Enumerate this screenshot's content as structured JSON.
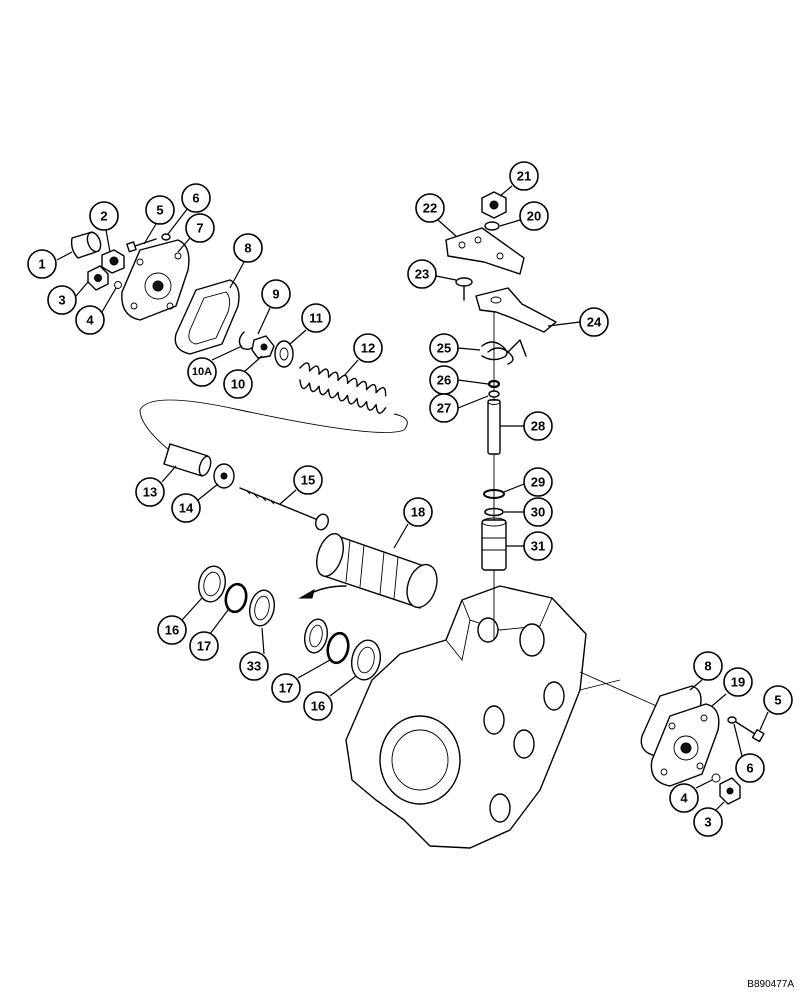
{
  "figure": {
    "id": "B890477A"
  },
  "callouts": [
    {
      "label": "1"
    },
    {
      "label": "2"
    },
    {
      "label": "3"
    },
    {
      "label": "4"
    },
    {
      "label": "5"
    },
    {
      "label": "6"
    },
    {
      "label": "7"
    },
    {
      "label": "8"
    },
    {
      "label": "9"
    },
    {
      "label": "10A"
    },
    {
      "label": "10"
    },
    {
      "label": "11"
    },
    {
      "label": "12"
    },
    {
      "label": "13"
    },
    {
      "label": "14"
    },
    {
      "label": "15"
    },
    {
      "label": "18"
    },
    {
      "label": "16"
    },
    {
      "label": "17"
    },
    {
      "label": "33"
    },
    {
      "label": "17"
    },
    {
      "label": "16"
    },
    {
      "label": "21"
    },
    {
      "label": "22"
    },
    {
      "label": "20"
    },
    {
      "label": "23"
    },
    {
      "label": "24"
    },
    {
      "label": "25"
    },
    {
      "label": "26"
    },
    {
      "label": "27"
    },
    {
      "label": "28"
    },
    {
      "label": "29"
    },
    {
      "label": "30"
    },
    {
      "label": "31"
    },
    {
      "label": "8"
    },
    {
      "label": "19"
    },
    {
      "label": "5"
    },
    {
      "label": "6"
    },
    {
      "label": "4"
    },
    {
      "label": "3"
    }
  ]
}
